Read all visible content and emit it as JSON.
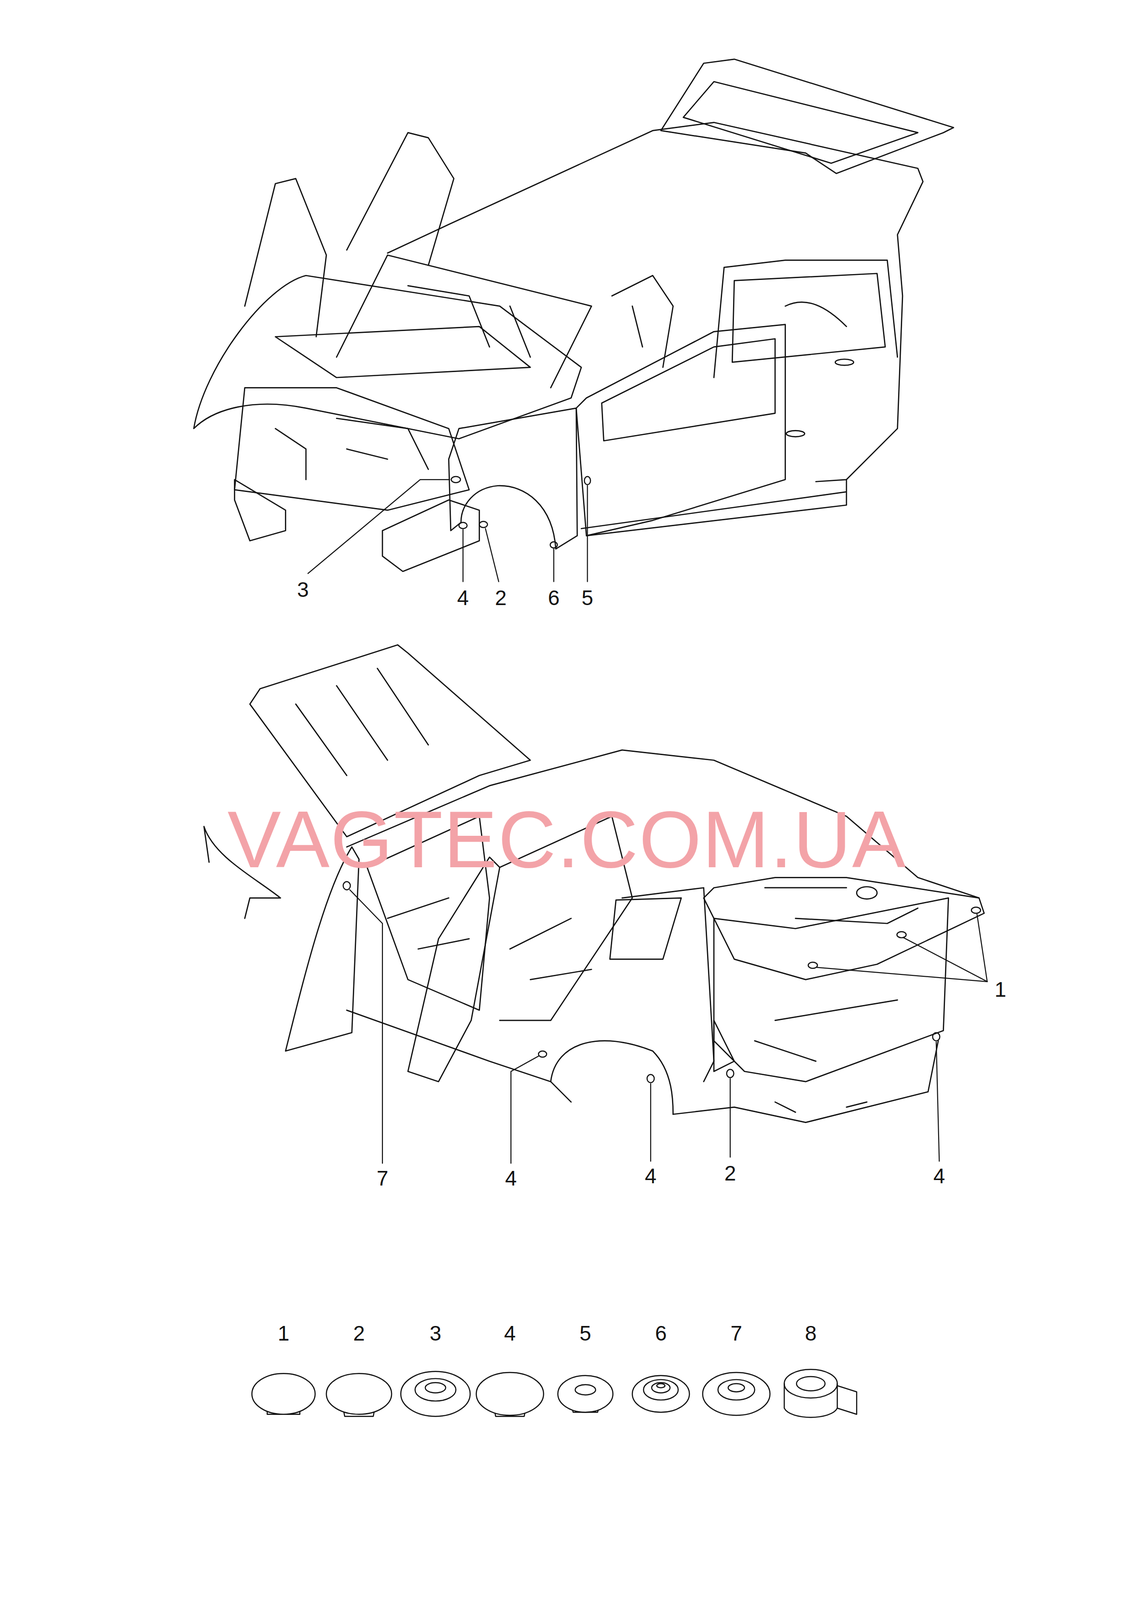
{
  "diagram": {
    "labels": [
      "3",
      "4",
      "2",
      "6",
      "5",
      "VAGTEC.COM.UA",
      "1",
      "7",
      "4",
      "4",
      "2",
      "4",
      "1",
      "2",
      "3",
      "4",
      "5",
      "6",
      "7",
      "8"
    ]
  }
}
